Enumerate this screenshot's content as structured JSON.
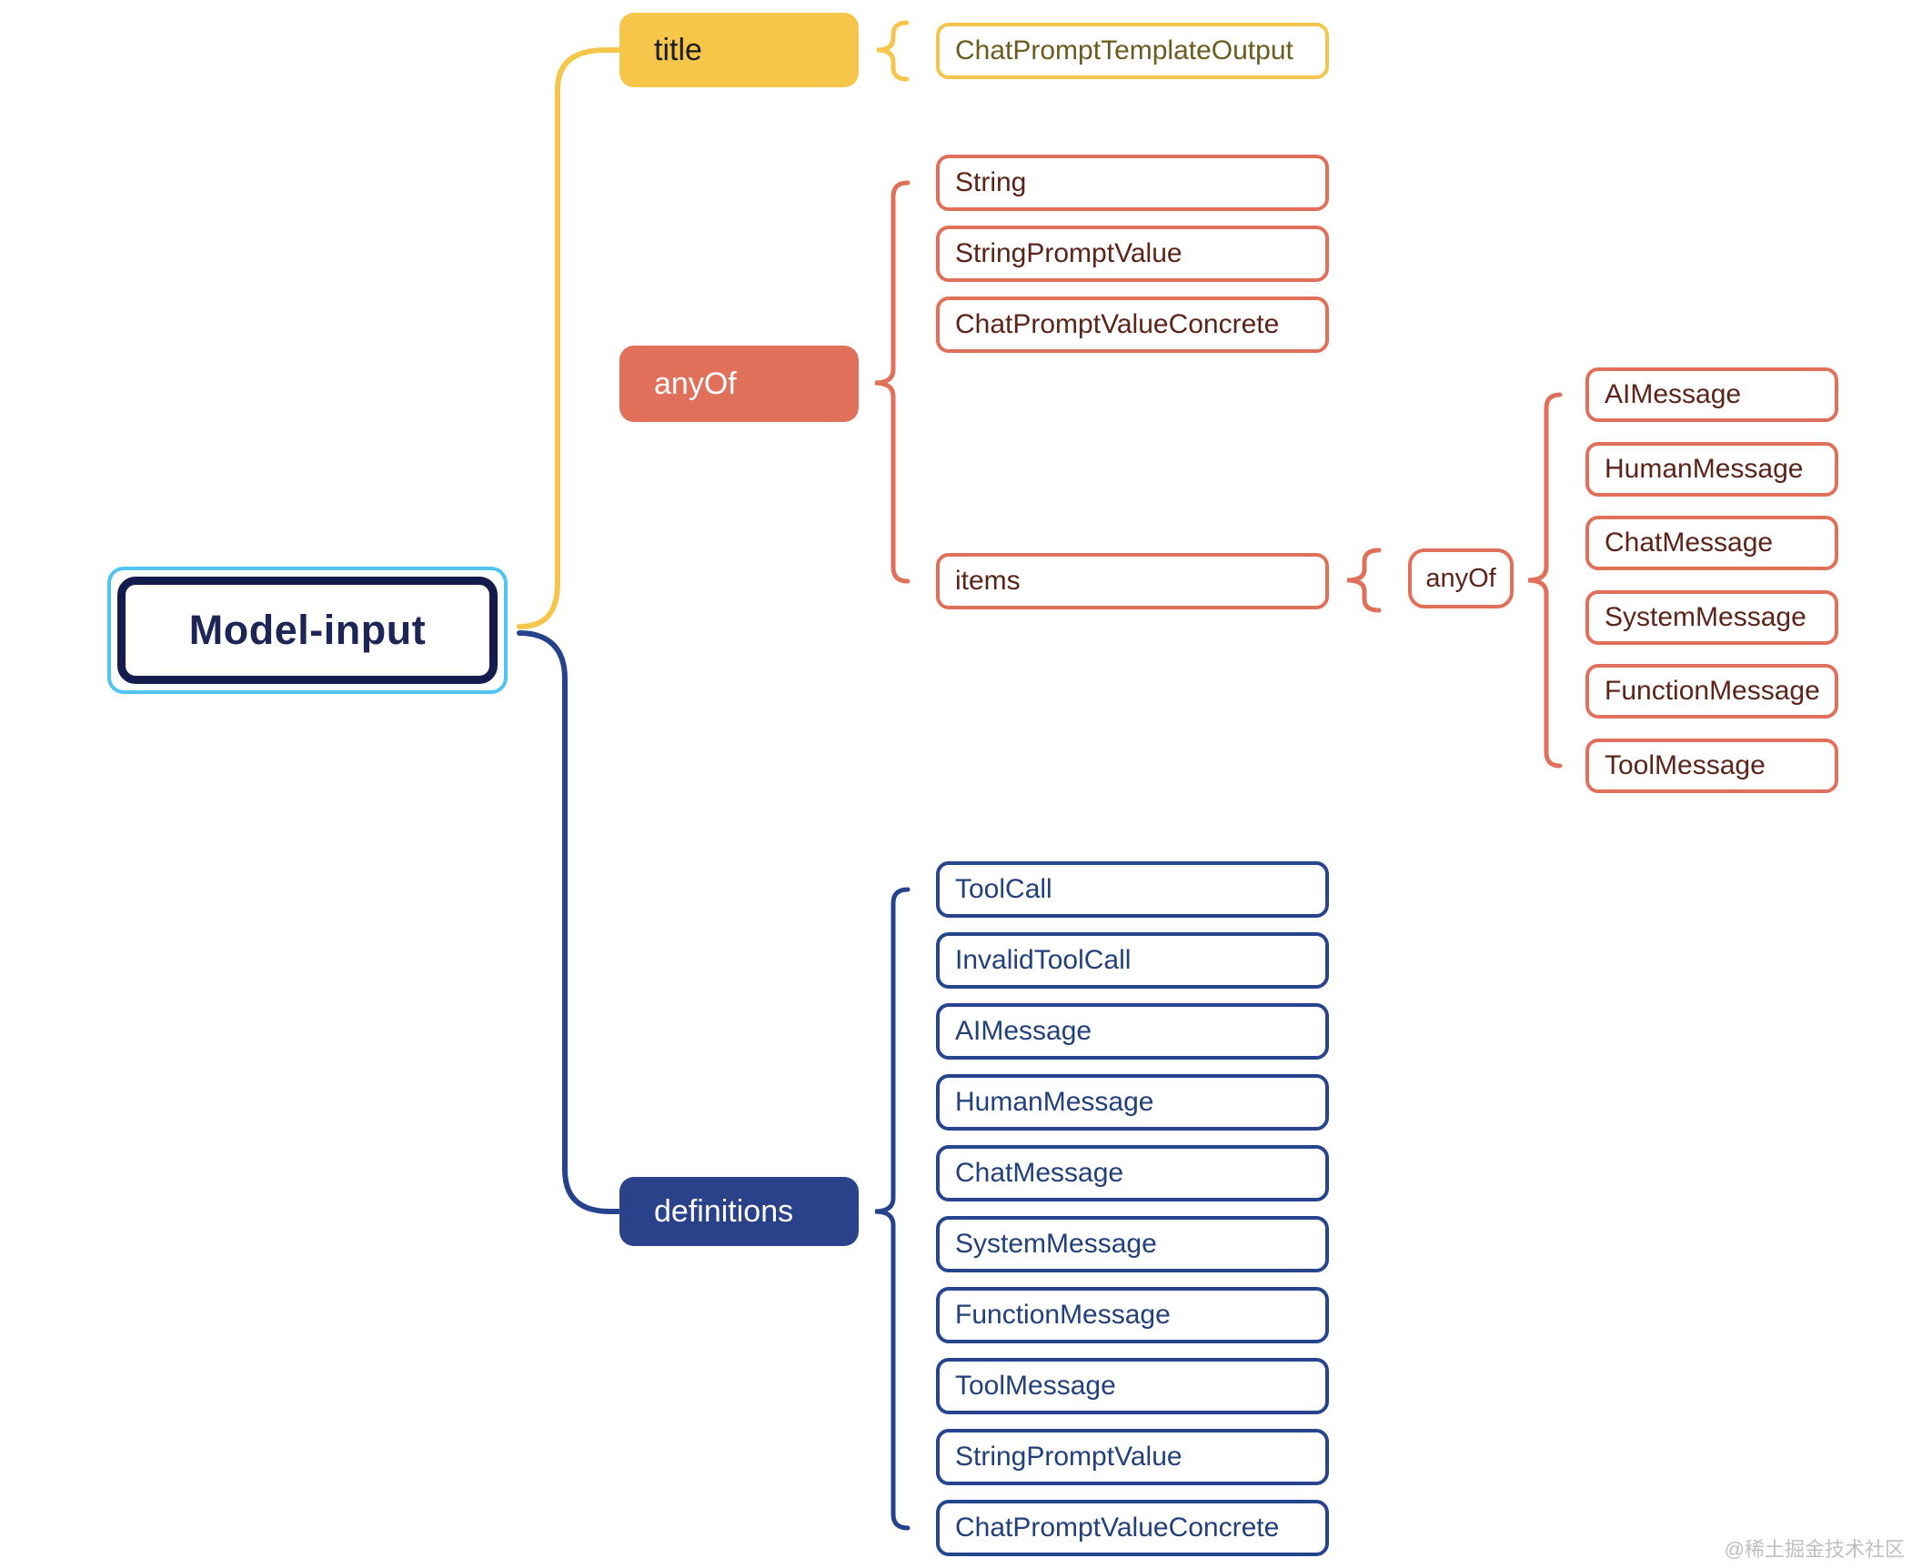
{
  "diagram": {
    "root": "Model-input",
    "title_branch": {
      "label": "title",
      "child": "ChatPromptTemplateOutput"
    },
    "anyof_branch": {
      "label": "anyOf",
      "children": [
        "String",
        "StringPromptValue",
        "ChatPromptValueConcrete",
        "items"
      ]
    },
    "items_branch": {
      "label": "anyOf",
      "children": [
        "AIMessage",
        "HumanMessage",
        "ChatMessage",
        "SystemMessage",
        "FunctionMessage",
        "ToolMessage"
      ]
    },
    "definitions_branch": {
      "label": "definitions",
      "children": [
        "ToolCall",
        "InvalidToolCall",
        "AIMessage",
        "HumanMessage",
        "ChatMessage",
        "SystemMessage",
        "FunctionMessage",
        "ToolMessage",
        "StringPromptValue",
        "ChatPromptValueConcrete"
      ]
    }
  },
  "watermark": "@稀土掘金技术社区",
  "colors": {
    "yellow": "#F5C64A",
    "salmon": "#E0705A",
    "navy_fill": "#29428A",
    "navy_line": "#27428C",
    "root_border": "#141B4D",
    "root_outline": "#4EC4F2",
    "salmon_text": "#5C2419",
    "navy_text": "#21407C",
    "yellow_text": "#6B5B1F",
    "watermark_gray": "#BFBFBF"
  }
}
